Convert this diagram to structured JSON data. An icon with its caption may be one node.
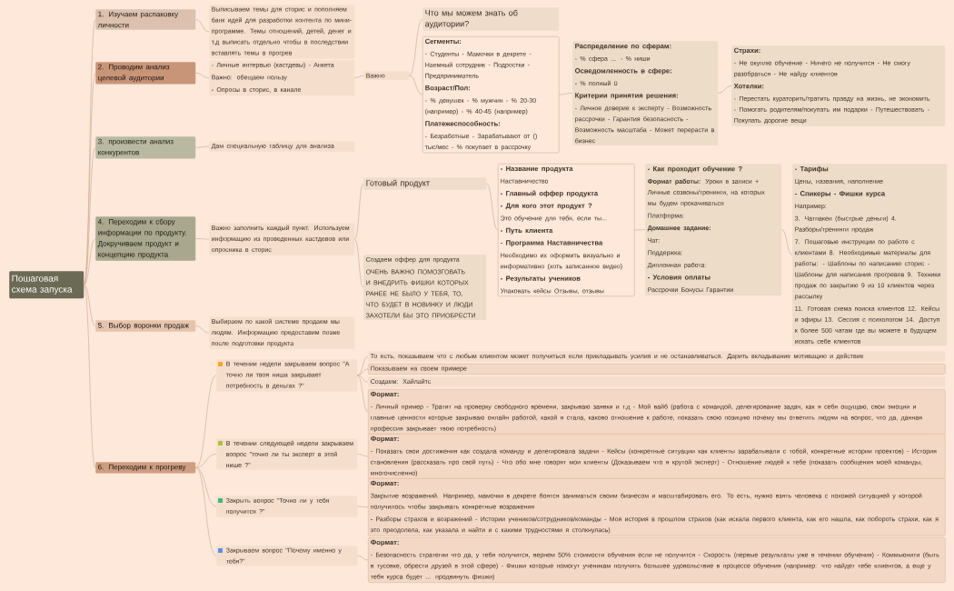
{
  "diagram": {
    "nodes": [
      {
        "text": [
          "Пошаговая схема запуска"
        ]
      },
      {
        "text": [
          "1. Изучаем распаковку личности"
        ]
      },
      {
        "text": [
          "Выписываем темы для сторис и пополняем банк идей для разработки контента по мини-программе. Темы отношений, детей, денег и т.д выписать отдельно чтобы в последствии вставлять темы в прогрев"
        ]
      },
      {
        "text": [
          "2. Проводим анализ целевой аудитории"
        ]
      },
      {
        "text": [
          "- Личные интервью (кастдевы) - Анкета",
          "Важно: обещаем пользу",
          "- Опросы в сторис, в канале"
        ]
      },
      {
        "text": [
          "Важно"
        ]
      },
      {
        "text": [
          "Что мы можем знать об аудитории?"
        ]
      },
      {
        "text": [
          "Сегменты:",
          "- Студенты - Мамочки в декрете - Наемный сотрудник - Подростки - Предприниматель",
          "Возраст/Пол:",
          "- % девушек - % мужчин - % 20-30 (например) - % 40-45 (например)",
          "Платежеспособность:",
          "- Безработные - Зарабатывают от () тыс/мес - % покупает в рассрочку"
        ]
      },
      {
        "text": [
          "Распределение по сферам:",
          "- % сфера ... - % ниши",
          "Осведомленность в сфере:",
          "- % полный 0",
          "Критерии принятия решения:",
          "- Личное доверие к эксперту - Возможность рассрочки - Гарантия безопасность - Возможность масштаба - Может перерасти в бизнес"
        ]
      },
      {
        "text": [
          "Страхи:",
          "- Не окуплю обучение - Ничего не получится - Не смогу разобраться - Не найду клиентов",
          "Хотелки:",
          "- Перестать кураторить/тратить правду на жизнь, не экономить - Помогать родителям/покупать им подарки - Путешествовать - Покупать дорогие вещи"
        ]
      },
      {
        "text": [
          "3. произвести анализ конкурентов"
        ]
      },
      {
        "text": [
          "Дам специальную таблицу для анализа"
        ]
      },
      {
        "text": [
          "4. Переходим к сбору информации по продукту. Докручиваем продукт и концепцию продукта"
        ]
      },
      {
        "text": [
          "Важно заполнить каждый пункт. Используем информацию из проведенных кастдевов или опросника в сторис"
        ]
      },
      {
        "text": [
          "Готовый продукт"
        ]
      },
      {
        "text": [
          "Создаем оффер для продукта",
          "ОЧЕНЬ ВАЖНО ПОМОЗГОВАТЬ И ВНЕДРИТЬ ФИШКИ КОТОРЫХ РАНЕЕ НЕ БЫЛО У ТЕБЯ, ТО, ЧТО БУДЕТ В НОВИНКУ И ЛЮДИ ЗАХОТЕЛИ БЫ ЭТО ПРИОБРЕСТИ"
        ]
      },
      {
        "text": [
          "- Название продукта",
          "Наставничество",
          "- Главный оффер продукта",
          "- Для кого этот продукт ?",
          "Это обучение для тебя, если ты...",
          "- Путь клиента",
          "- Программа Наставничества",
          "Необходимо их оформить визуально и информативно (хоть записанное видео)",
          "- Результаты учеников",
          "Упаковать кейсы Отзывы, отзывы"
        ]
      },
      {
        "text": [
          "- Как проходит обучение ?",
          "**Формат работы:** Уроки в записи + Личные созвоны/тренинги, на которых мы будем прокачиваться",
          "Платформа:",
          "**Домашнее задание:**",
          "Чат:",
          "Поддержка:",
          "Дипломная работа:",
          "- Условия оплаты",
          "Рассрочки Бонусы Гарантии"
        ]
      },
      {
        "text": [
          "- Тарифы",
          "Цены, названия, наполнение",
          "- Спикеры - Фишки курса",
          "Например:",
          "3. Чатпакеи (быстрые деньги) 4. Разборы/тренинги продаж",
          "7. Пошаговые инструкции по работе с клиентами 8. Необходимые материалы для работы: - Шаблоны по написанию сторис - Шаблоны для написания прогревов 9. Техники продаж по закрытию 9 из 10 клиентов через рассылку",
          "11. Готовая схема поиска клиентов 12. Кейсы и эфиры 13. Сессия с психологом 14. Доступ к более 500 чатам где вы можете в будущем искать себе клиентов"
        ]
      },
      {
        "text": [
          "5. Выбор воронки продаж"
        ]
      },
      {
        "text": [
          "Выбираем по какой системе продаем мы людям. Информацию предоставим позже после подготовки продукта"
        ]
      },
      {
        "text": [
          "6. Переходим к прогреву"
        ]
      },
      {
        "text": [
          "В течении недели закрываем вопрос \"А точно ли твоя ниша закрывает потребность в деньгах ?\""
        ]
      },
      {
        "text": [
          "То есть, показываем что с любым клиентом может получиться если прикладывать усилия и не останавливаться. Дарить вкладывание мотивацию и действие"
        ]
      },
      {
        "text": [
          "Показываем на своем примере"
        ]
      },
      {
        "text": [
          "Создаем: Хайлайтс"
        ]
      },
      {
        "text": [
          "Формат:",
          "- Личный пример - Тратит на проверку свободного времени, закрываю заявки и т.д - Мой вайб (работа с командой, делегирование задач, как я себя ощущаю, свои эмоции и главные ценности которые закрываю онлайн работой, какой я стала, каково отношение к работе, показать свою позицию почему мы ответить людям на вопрос, что да, данная профессия закрывает твою потребность)"
        ]
      },
      {
        "text": [
          "В течении следующей недели закрываем вопрос \"точно ли ты эксперт в этой нише ?\""
        ]
      },
      {
        "text": [
          "Формат:",
          "- Показать свои достижения как создала команду и делегировала задачи - Кейсы (конкретные ситуации как клиенты зарабатывали с тобой, конкретные истории проектов) - История становления (рассказать про свой путь) - Что обо мне говорят мои клиенты (Доказываем что я крутой эксперт) - Отношение людей к тебе (показать сообщения моей команды, многочисленно)"
        ]
      },
      {
        "text": [
          "Закрыть вопрос \"Точно ли у тебя получится ?\""
        ]
      },
      {
        "text": [
          "Формат:",
          "Закрытие возражений. Например, мамочки в декрете боятся заниматься своим бизнесом и масштабировать его. То есть, нужно взять человека с похожей ситуацией у которой получилось чтобы закрывать конкретные возражения",
          "- Разборы страхов и возражений - Истории учеников/сотрудников/команды - Моя история в прошлом страхов (как искала первого клиента, как его нашла, как побороть страхи, как я это преодолела, как указала и найти и с какими трудностями я столкнулась)"
        ]
      },
      {
        "text": [
          "Закрываем вопрос \"Почему именно у тебя?\""
        ]
      },
      {
        "text": [
          "Формат:",
          "- Безопасность стратегии что да, у тебя получится, вернем 50% стоимости обучения если не получится - Скорость (первые результаты уже в течении обучения) - Коммьюнити (быть в тусовке, обрести друзей в этой сфере) - Фишки которые помогут ученикам получить большее удовольствие в процессе обучения (например: что найдет тебе клиентов, а еще у тебя курса будет ... продвинуть фишки)"
        ]
      }
    ],
    "edges": [
      {
        "from": 0,
        "to": 1,
        "arrow": "none"
      },
      {
        "from": 0,
        "to": 3,
        "arrow": "none"
      },
      {
        "from": 0,
        "to": 10,
        "arrow": "none"
      },
      {
        "from": 0,
        "to": 12,
        "arrow": "none"
      },
      {
        "from": 0,
        "to": 19,
        "arrow": "none"
      },
      {
        "from": 0,
        "to": 21,
        "arrow": "none"
      },
      {
        "from": 1,
        "to": 2,
        "arrow": "none"
      },
      {
        "from": 3,
        "to": 4,
        "arrow": "none"
      },
      {
        "from": 4,
        "to": 5,
        "arrow": "none"
      },
      {
        "from": 5,
        "to": 6,
        "arrow": "none"
      },
      {
        "from": 5,
        "to": 7,
        "arrow": "none"
      },
      {
        "from": 7,
        "to": 8,
        "arrow": "none"
      },
      {
        "from": 8,
        "to": 9,
        "arrow": "none"
      },
      {
        "from": 10,
        "to": 11,
        "arrow": "none"
      },
      {
        "from": 12,
        "to": 13,
        "arrow": "none"
      },
      {
        "from": 13,
        "to": 14,
        "arrow": "none"
      },
      {
        "from": 13,
        "to": 15,
        "arrow": "none"
      },
      {
        "from": 14,
        "to": 16,
        "arrow": "none"
      },
      {
        "from": 16,
        "to": 17,
        "arrow": "none"
      },
      {
        "from": 17,
        "to": 18,
        "arrow": "none"
      },
      {
        "from": 19,
        "to": 20,
        "arrow": "none"
      },
      {
        "from": 21,
        "to": 22,
        "arrow": "none"
      },
      {
        "from": 21,
        "to": 27,
        "arrow": "none"
      },
      {
        "from": 21,
        "to": 29,
        "arrow": "none"
      },
      {
        "from": 21,
        "to": 31,
        "arrow": "none"
      },
      {
        "from": 22,
        "to": 23,
        "arrow": "none"
      },
      {
        "from": 22,
        "to": 24,
        "arrow": "none"
      },
      {
        "from": 22,
        "to": 25,
        "arrow": "none"
      },
      {
        "from": 22,
        "to": 26,
        "arrow": "none"
      },
      {
        "from": 27,
        "to": 28,
        "arrow": "none"
      },
      {
        "from": 29,
        "to": 30,
        "arrow": "none"
      },
      {
        "from": 31,
        "to": 32,
        "arrow": "none"
      }
    ]
  }
}
